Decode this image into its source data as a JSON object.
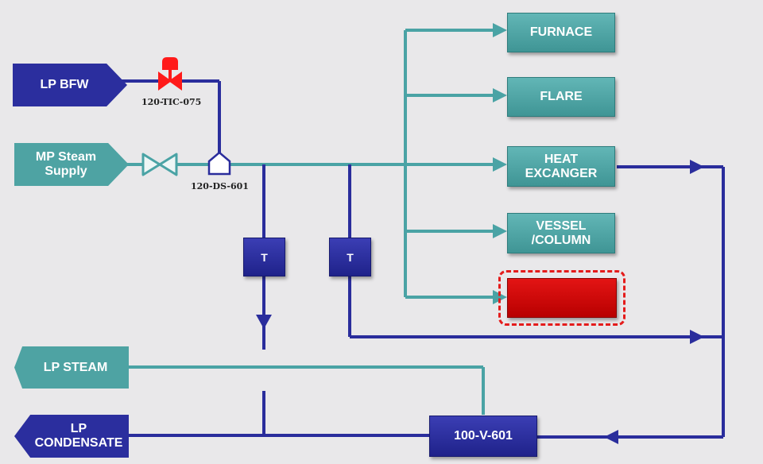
{
  "sources": {
    "lp_bfw": "LP BFW",
    "mp_steam": "MP Steam\nSupply"
  },
  "instruments": {
    "tic_tag": "120-TIC-075",
    "ds_tag": "120-DS-601",
    "trap_1": "T",
    "trap_2": "T"
  },
  "destinations": {
    "furnace": "FURNACE",
    "flare": "FLARE",
    "heat_exchanger": "HEAT\nEXCANGER",
    "vessel_column": "VESSEL\n/COLUMN",
    "highlighted_target": ""
  },
  "outputs": {
    "lp_steam": "LP STEAM",
    "lp_condensate": "LP\nCONDENSATE"
  },
  "vessel": "100-V-601",
  "colors": {
    "teal_line": "#4aa3a5",
    "navy_line": "#2a2d9c",
    "control_valve": "#ff1a1a",
    "highlight_dash": "#e41b1b"
  }
}
